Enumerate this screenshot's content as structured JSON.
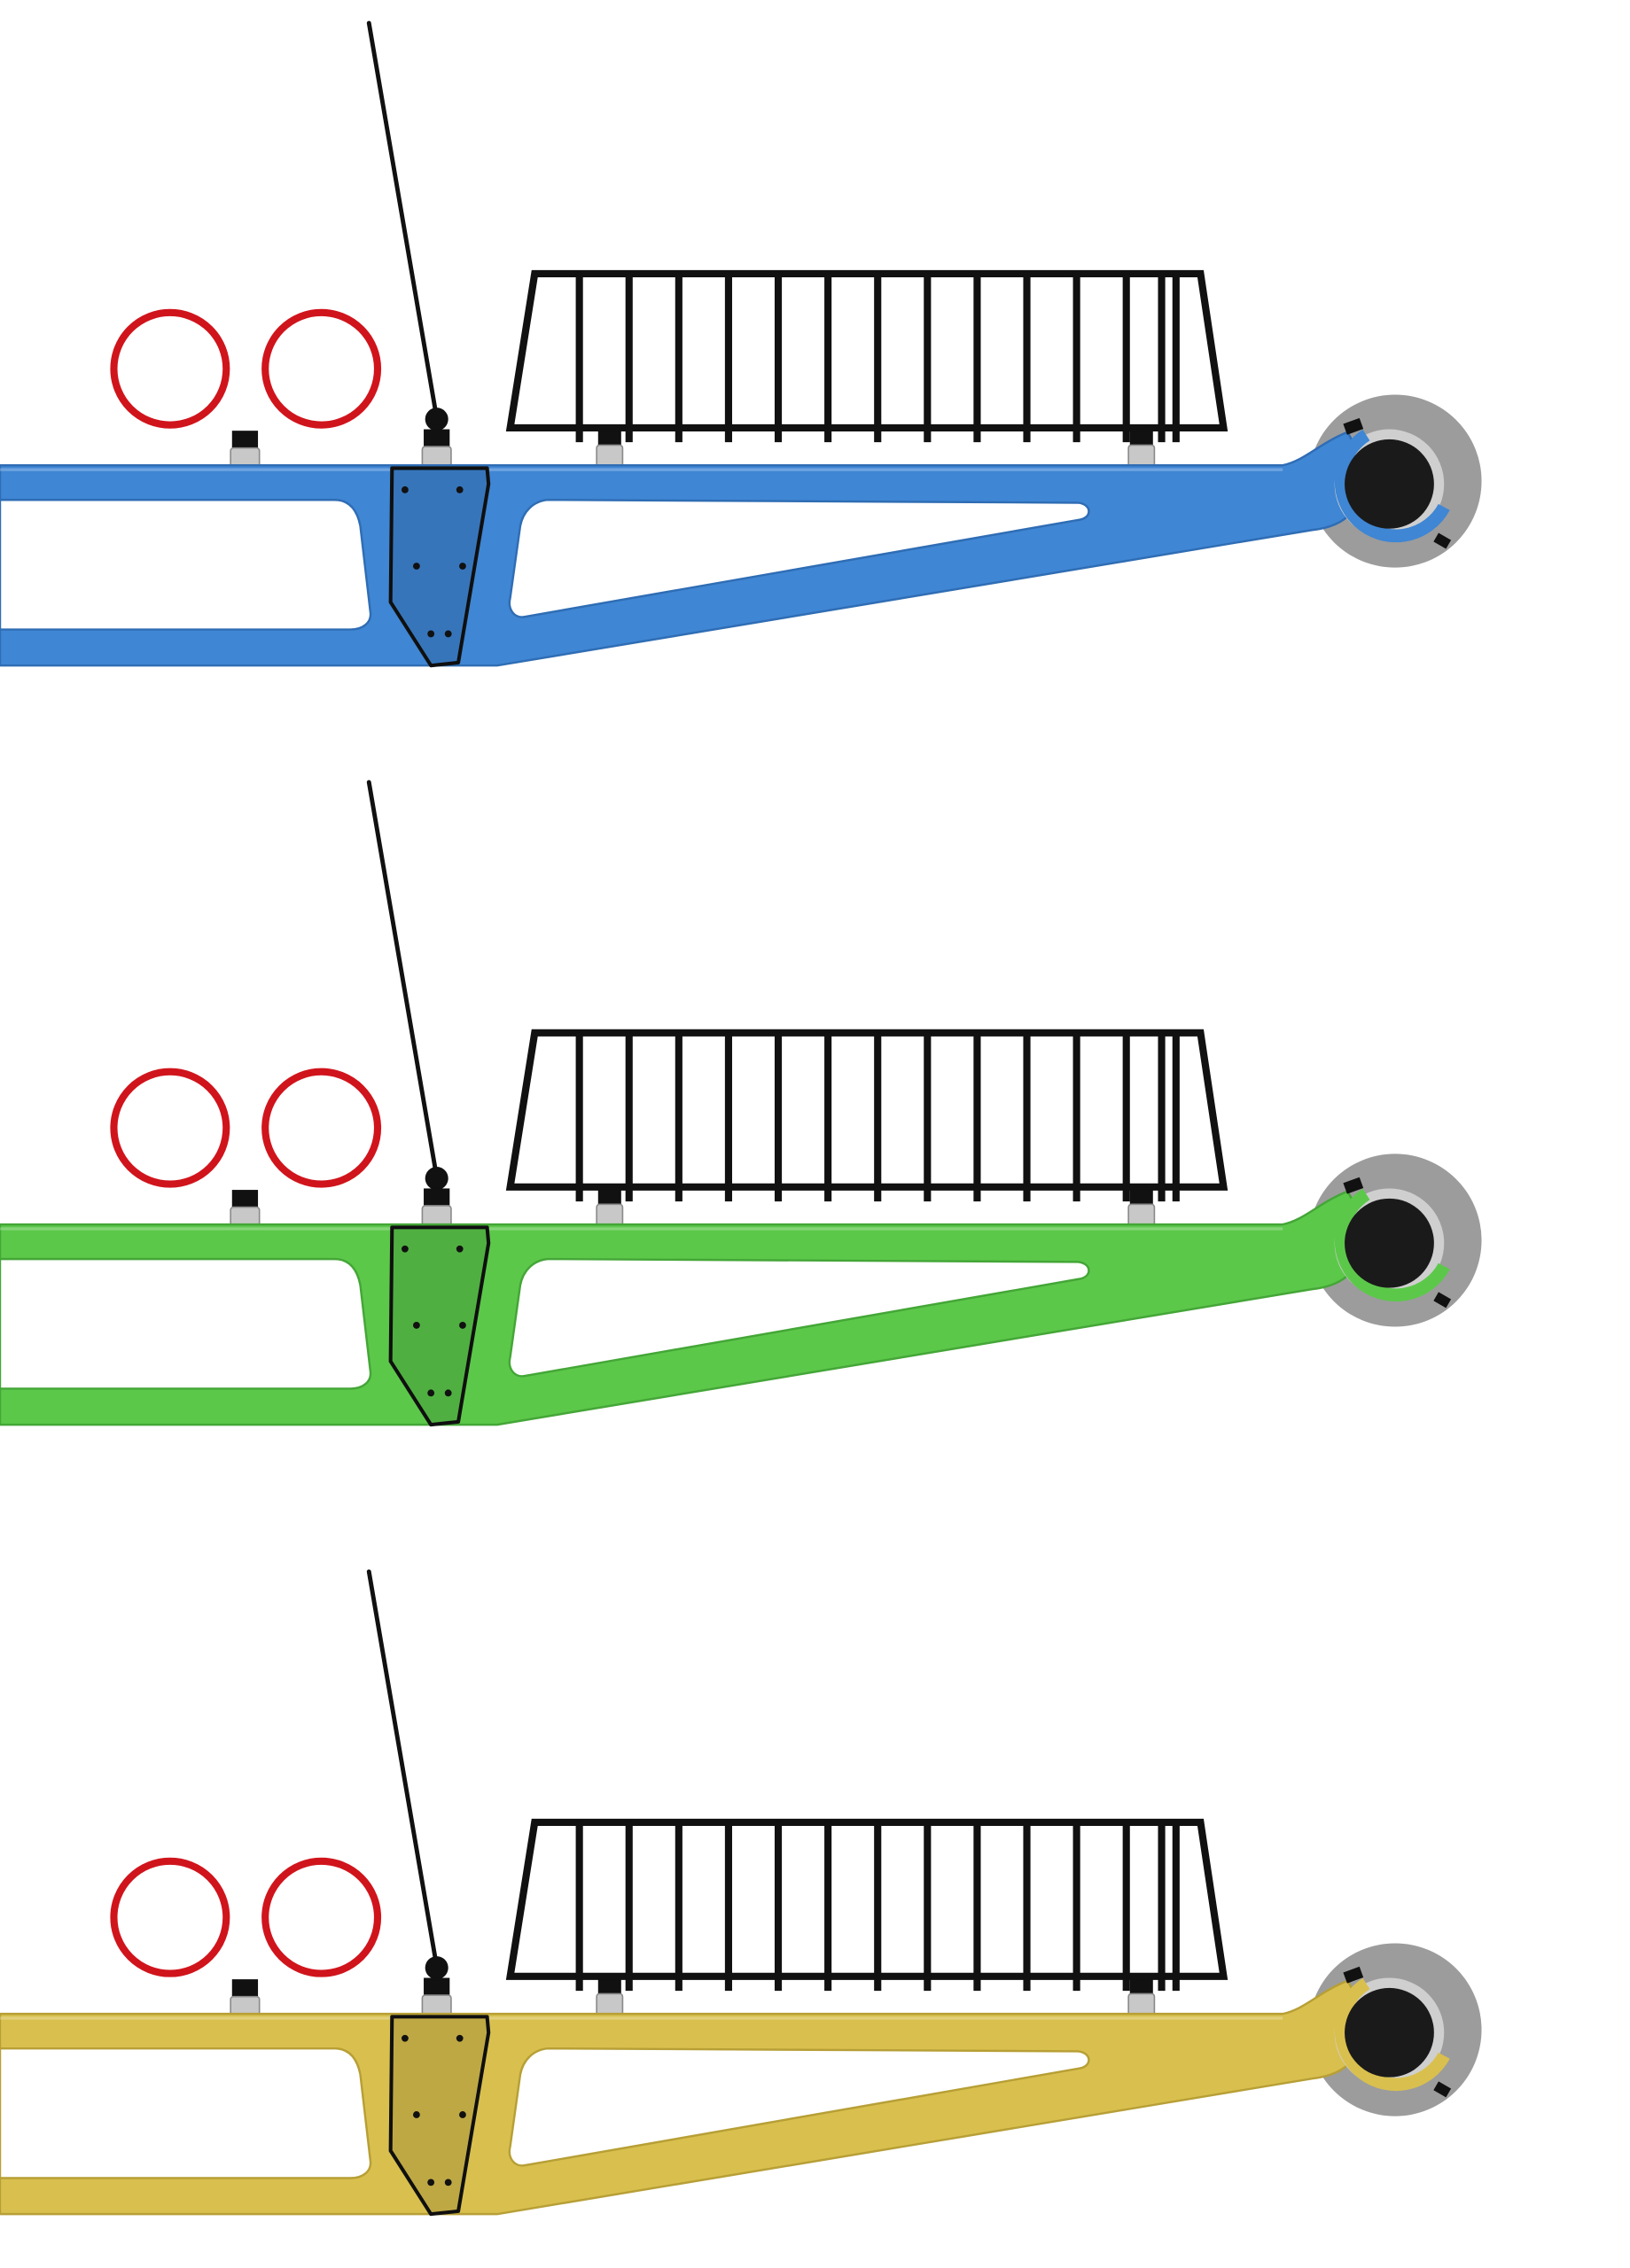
{
  "figure": {
    "background": "#ffffff",
    "variants": [
      {
        "id": "blue",
        "arm_color": "#3f86d4",
        "arm_edge": "#2f6db4"
      },
      {
        "id": "green",
        "arm_color": "#5cc84a",
        "arm_edge": "#44a637"
      },
      {
        "id": "yellow",
        "arm_color": "#d9c04e",
        "arm_edge": "#b79f36"
      }
    ],
    "ring_color": "#d0141c",
    "line_color": "#111111",
    "hub_outer_color": "#9c9c9c",
    "hub_center_color": "#1a1a1a",
    "connector_color": "#c8c8c8"
  }
}
